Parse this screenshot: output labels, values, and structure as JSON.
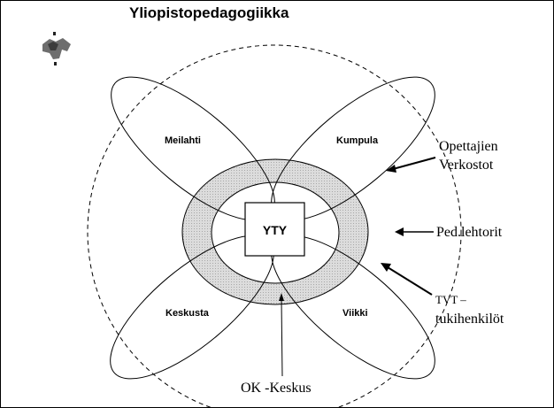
{
  "title": "Yliopistopedagogiikka",
  "center": {
    "label": "YTY"
  },
  "campuses": {
    "top_left": "Meilahti",
    "top_right": "Kumpula",
    "bottom_left": "Keskusta",
    "bottom_right": "Viikki"
  },
  "annotations": {
    "opettajien_line1": "Opettajien",
    "opettajien_line2": "Verkostot",
    "ped": "Ped.lehtorit",
    "tvt_line1": "TVT –",
    "tvt_line2": "tukihenkilöt",
    "ok": "OK -Keskus"
  },
  "colors": {
    "shaded_ring": "#d4d4d4",
    "line": "#000000",
    "background": "#ffffff"
  }
}
